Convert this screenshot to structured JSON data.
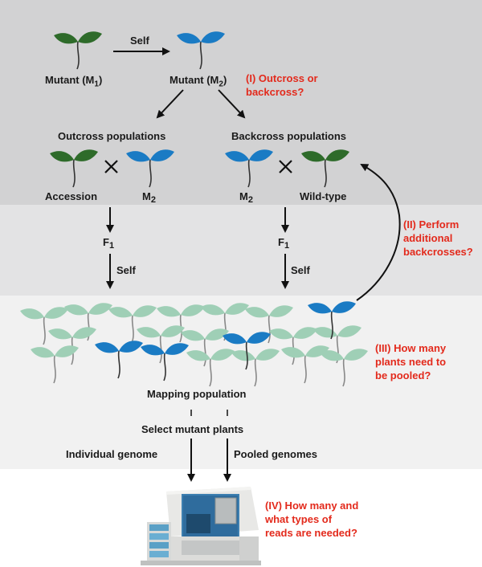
{
  "labels": {
    "self_top": "Self",
    "mutant_m1": "Mutant (M",
    "mutant_m1_sub": "1",
    "mutant_m2": "Mutant (M",
    "mutant_m2_sub": "2",
    "paren_close": ")",
    "outcross_populations": "Outcross populations",
    "backcross_populations": "Backcross populations",
    "accession": "Accession",
    "m2_left": "M",
    "m2_left_sub": "2",
    "m2_right": "M",
    "m2_right_sub": "2",
    "wild_type": "Wild-type",
    "f1_left": "F",
    "f1_left_sub": "1",
    "f1_right": "F",
    "f1_right_sub": "1",
    "self_left": "Self",
    "self_right": "Self",
    "mapping_population": "Mapping population",
    "select_mutant_plants": "Select mutant plants",
    "individual_genome": "Individual genome",
    "pooled_genomes": "Pooled genomes",
    "cross_symbol": "×"
  },
  "questions": {
    "q1": [
      "(I) Outcross or",
      "backcross?"
    ],
    "q2": [
      "(II) Perform",
      "additional",
      "backcrosses?"
    ],
    "q3": [
      "(III) How many",
      "plants need to",
      "be pooled?"
    ],
    "q4": [
      "(IV) How many and",
      "what types of",
      "reads are needed?"
    ]
  },
  "colors": {
    "question_red": "#e32a1c",
    "wildtype_green": "#2e6b2a",
    "mutant_blue": "#1a7bc4",
    "pale_green": "#9fcfb6",
    "band_dark": "#d2d2d3",
    "band_mid": "#e3e3e4",
    "band_light": "#f1f1f1"
  }
}
